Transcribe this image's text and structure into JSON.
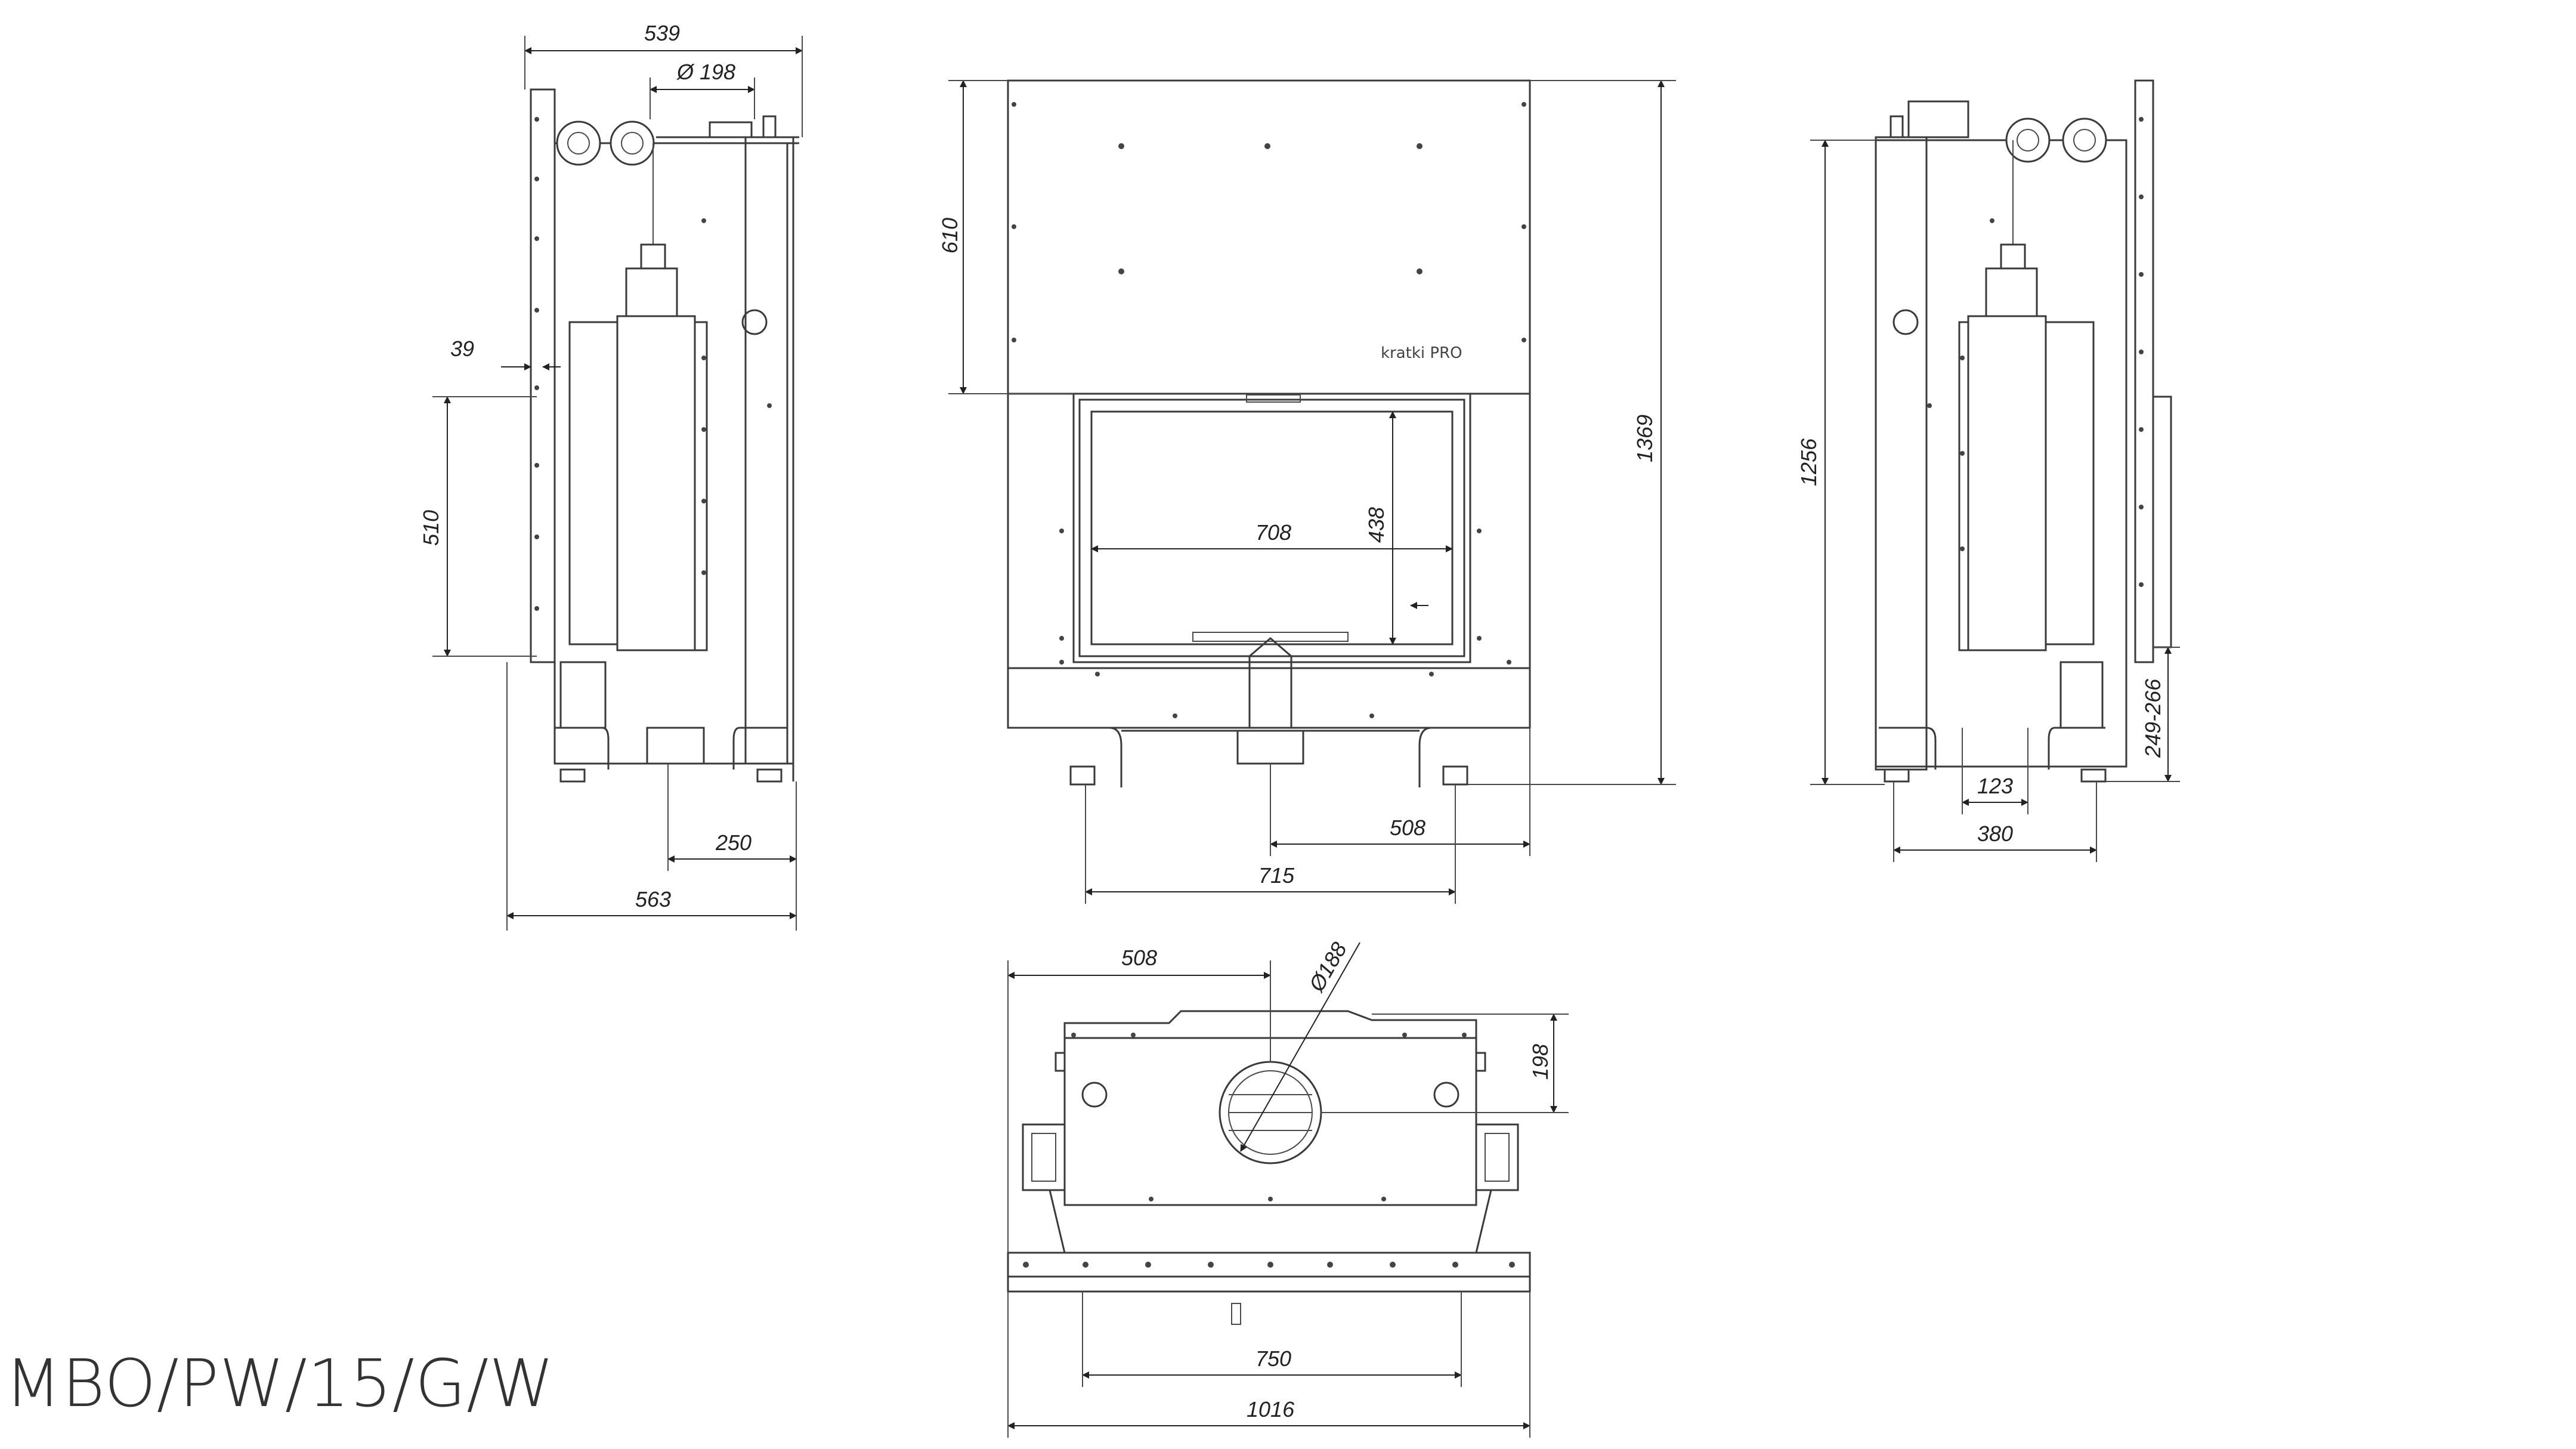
{
  "model_code": "MBO/PW/15/G/W",
  "brand_logo": "kratki PRO",
  "dimensions": {
    "left_view": {
      "width_top": "539",
      "flue_diameter": "Ø 198",
      "offset_39": "39",
      "height_510": "510",
      "outlet_250": "250",
      "depth_563": "563"
    },
    "front_view": {
      "top_610": "610",
      "total_height": "1369",
      "glass_width": "708",
      "glass_height": "438",
      "outlet_508": "508",
      "feet_715": "715"
    },
    "right_view": {
      "height_1256": "1256",
      "leg_range": "249-266",
      "width_123": "123",
      "width_380": "380"
    },
    "top_view": {
      "offset_508": "508",
      "flue_diameter": "Ø188",
      "depth_198": "198",
      "width_750": "750",
      "width_1016": "1016"
    }
  }
}
